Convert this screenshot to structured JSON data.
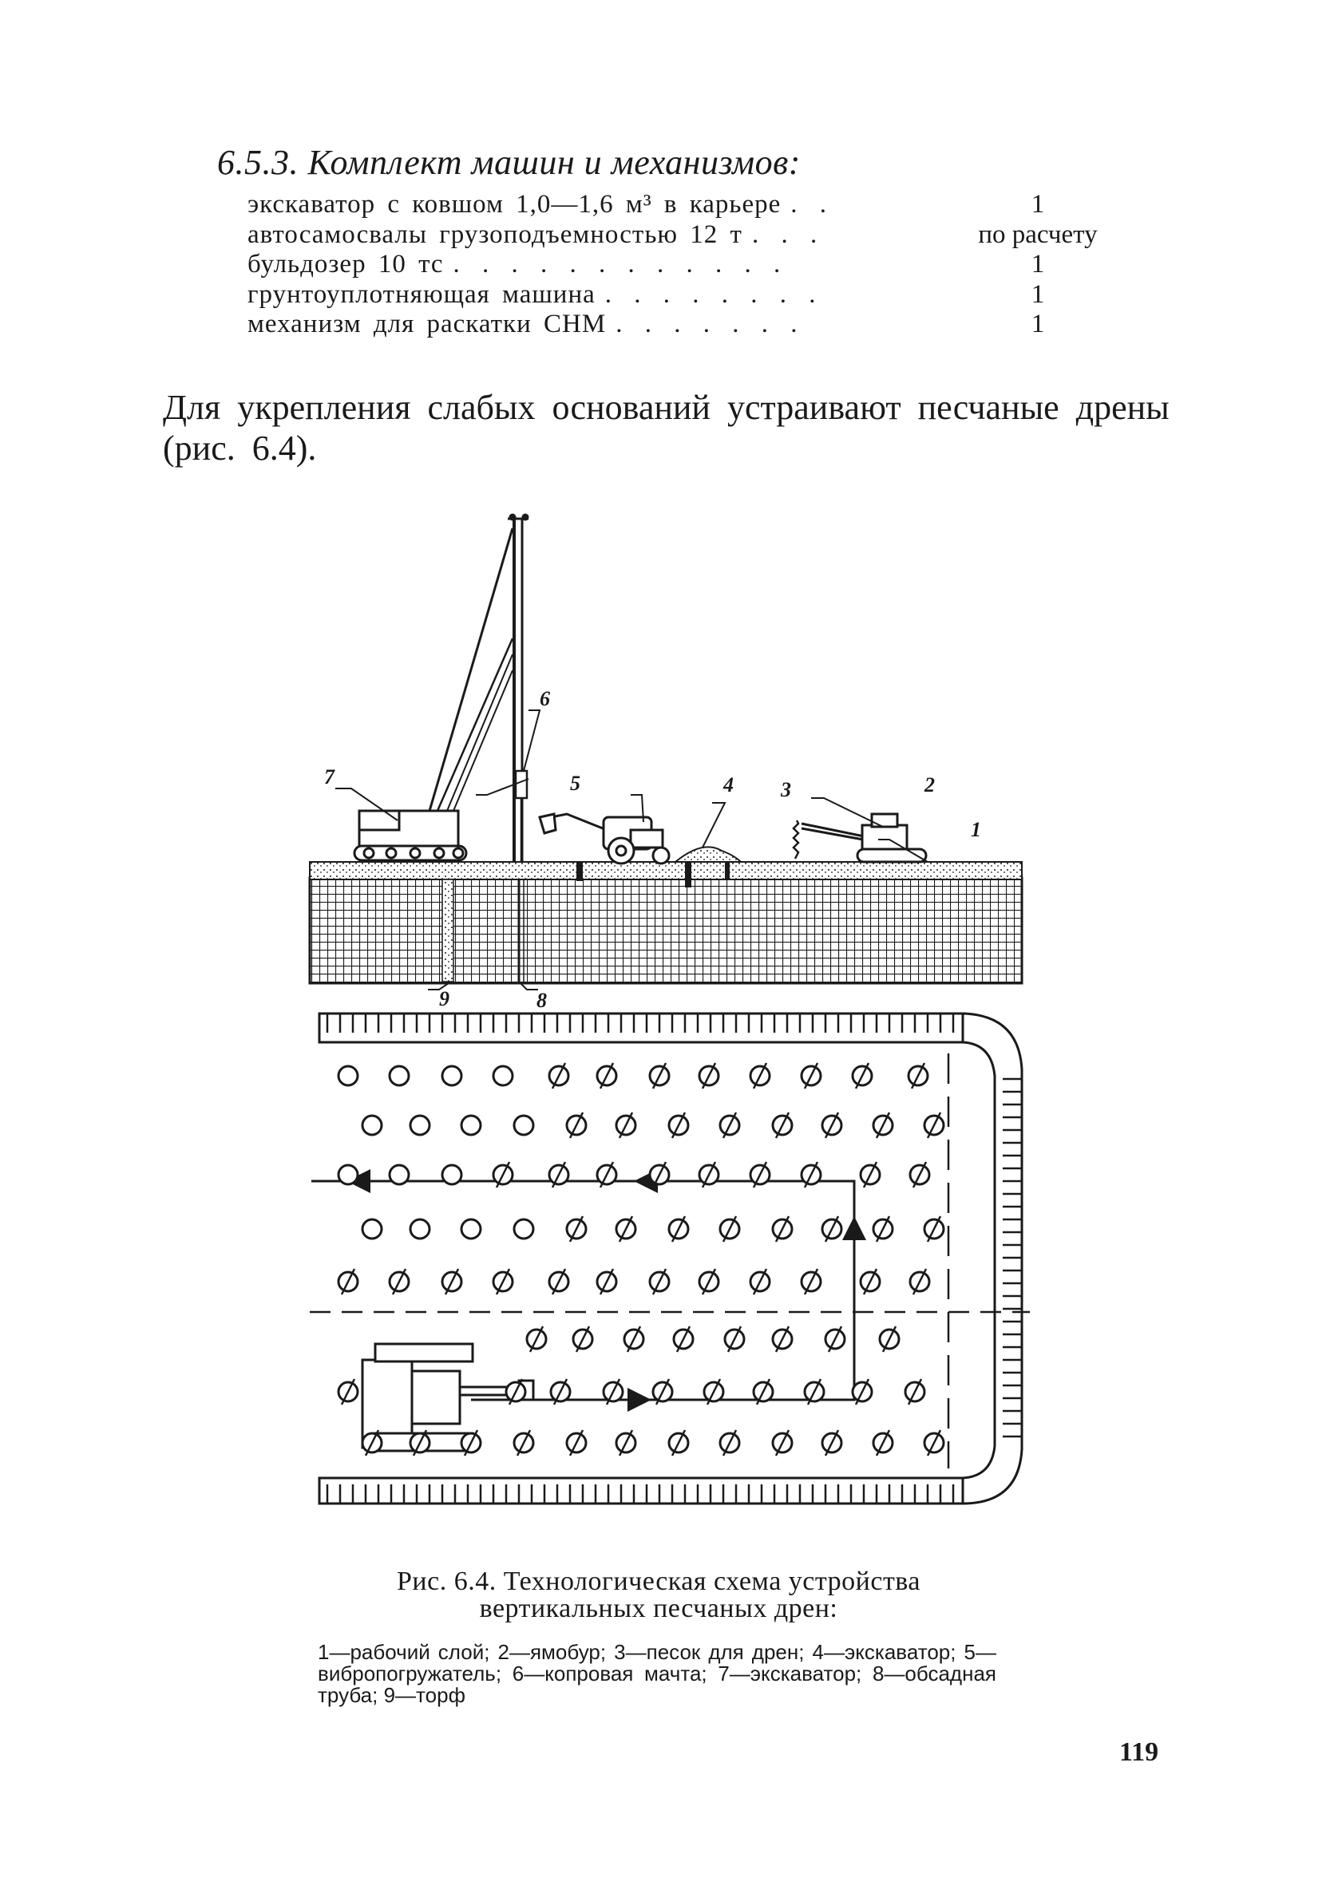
{
  "section": {
    "title": "6.5.3. Комплект машин и механизмов:",
    "items": [
      {
        "name": "экскаватор с ковшом 1,0—1,6 м³ в карьере",
        "dots": ". .",
        "qty": "1"
      },
      {
        "name": "автосамосвалы грузоподъемностью 12 т",
        "dots": ". . .",
        "qty": "по расчету"
      },
      {
        "name": "бульдозер 10 тс",
        "dots": ". . . . . . . . . . . .",
        "qty": "1"
      },
      {
        "name": "грунтоуплотняющая машина",
        "dots": ". . . . . . . .",
        "qty": "1"
      },
      {
        "name": "механизм для раскатки СНМ",
        "dots": ". . . . . . .",
        "qty": "1"
      }
    ]
  },
  "paragraph": "Для укрепления слабых оснований устраивают песчаные дрены (рис. 6.4).",
  "figure": {
    "labels": {
      "l1": "1",
      "l2": "2",
      "l3": "3",
      "l4": "4",
      "l5": "5",
      "l6": "6",
      "l7": "7",
      "l8": "8",
      "l9": "9"
    }
  },
  "caption": {
    "title": "Рис. 6.4. Технологическая схема устройства",
    "title2": "вертикальных песчаных дрен:",
    "legend": "1—рабочий слой; 2—ямобур; 3—песок для дрен; 4—экскаватор; 5—вибропогружатель; 6—копровая мачта; 7—экскаватор; 8—обсадная труба; 9—торф"
  },
  "page_number": "119"
}
